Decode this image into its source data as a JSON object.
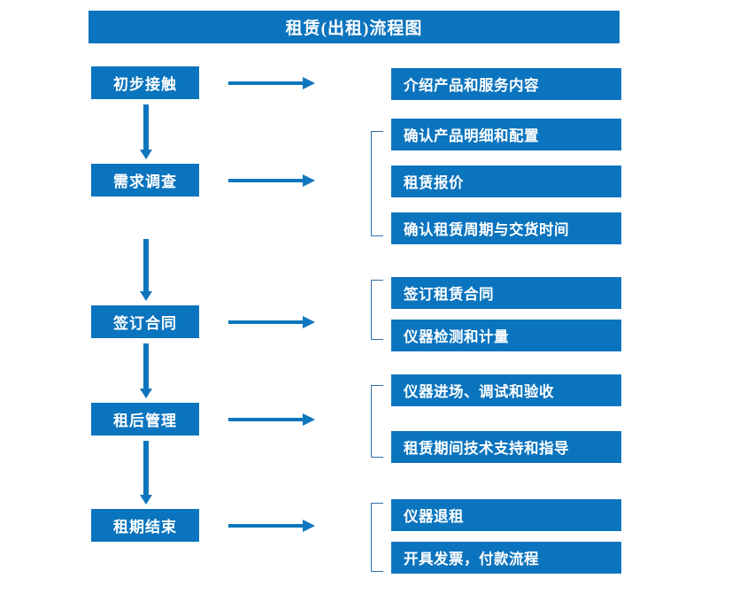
{
  "diagram": {
    "title": "租赁(出租)流程图",
    "colors": {
      "box_fill": "#0B74BE",
      "box_text": "#FFFFFF",
      "arrow": "#0F76BE",
      "bracket": "#2E6FA8",
      "background": "#FFFFFF"
    },
    "stages": [
      {
        "id": "stage-1",
        "label": "初步接触",
        "details": [
          "介绍产品和服务内容"
        ]
      },
      {
        "id": "stage-2",
        "label": "需求调查",
        "details": [
          "确认产品明细和配置",
          "租赁报价",
          "确认租赁周期与交货时间"
        ]
      },
      {
        "id": "stage-3",
        "label": "签订合同",
        "details": [
          "签订租赁合同",
          "仪器检测和计量"
        ]
      },
      {
        "id": "stage-4",
        "label": "租后管理",
        "details": [
          "仪器进场、调试和验收",
          "租赁期间技术支持和指导"
        ]
      },
      {
        "id": "stage-5",
        "label": "租期结束",
        "details": [
          "仪器退租",
          "开具发票，付款流程"
        ]
      }
    ]
  }
}
